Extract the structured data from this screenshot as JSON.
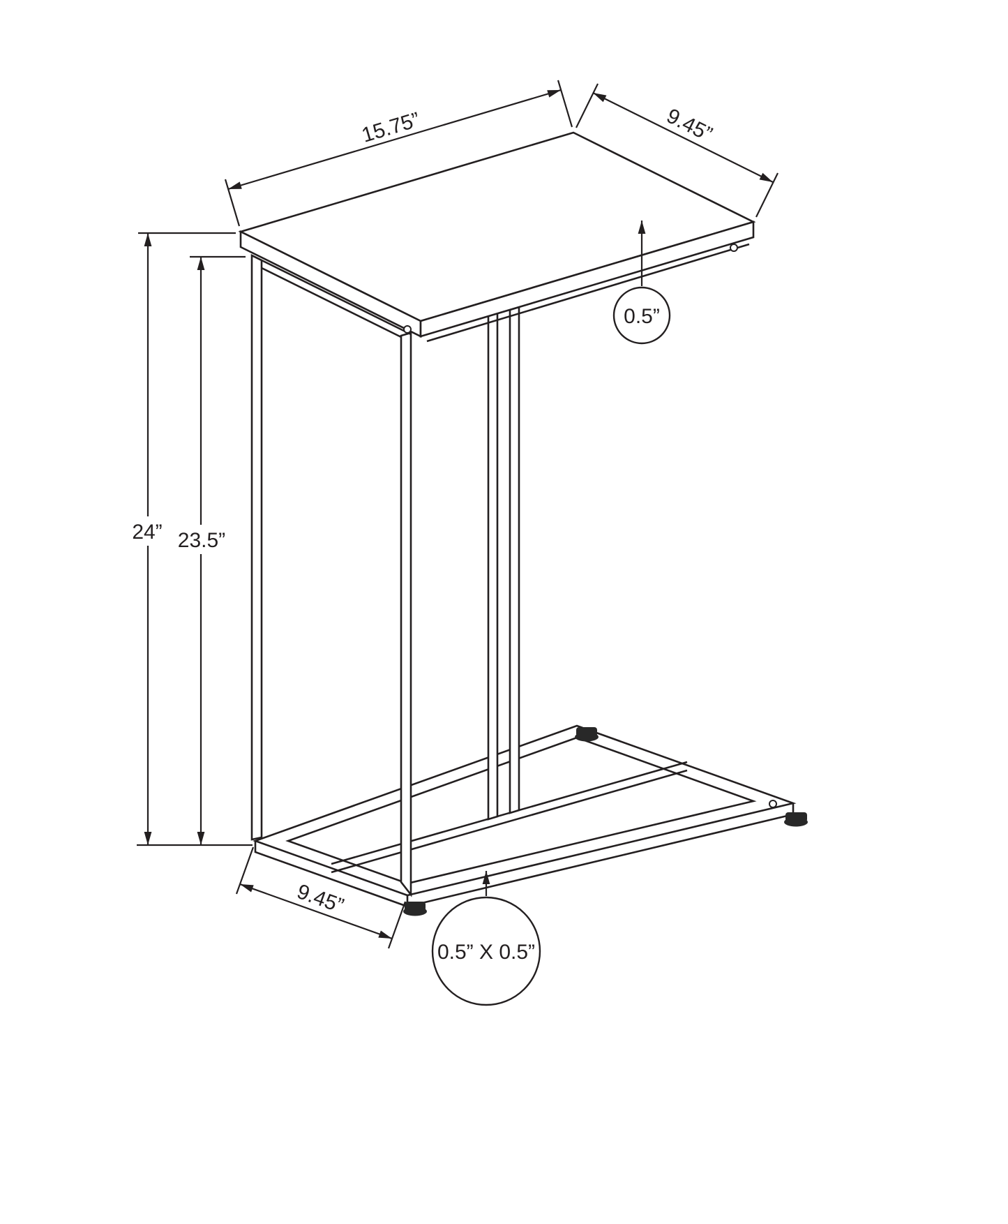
{
  "diagram": {
    "subject": "C-shaped accent table technical dimension drawing",
    "dimensions": {
      "top_length": "15.75”",
      "top_depth": "9.45”",
      "top_thickness": "0.5”",
      "overall_height": "24”",
      "frame_height": "23.5”",
      "base_depth": "9.45”",
      "frame_tube": "0.5” X 0.5”"
    },
    "colors": {
      "line": "#231f20",
      "background": "#ffffff"
    }
  }
}
